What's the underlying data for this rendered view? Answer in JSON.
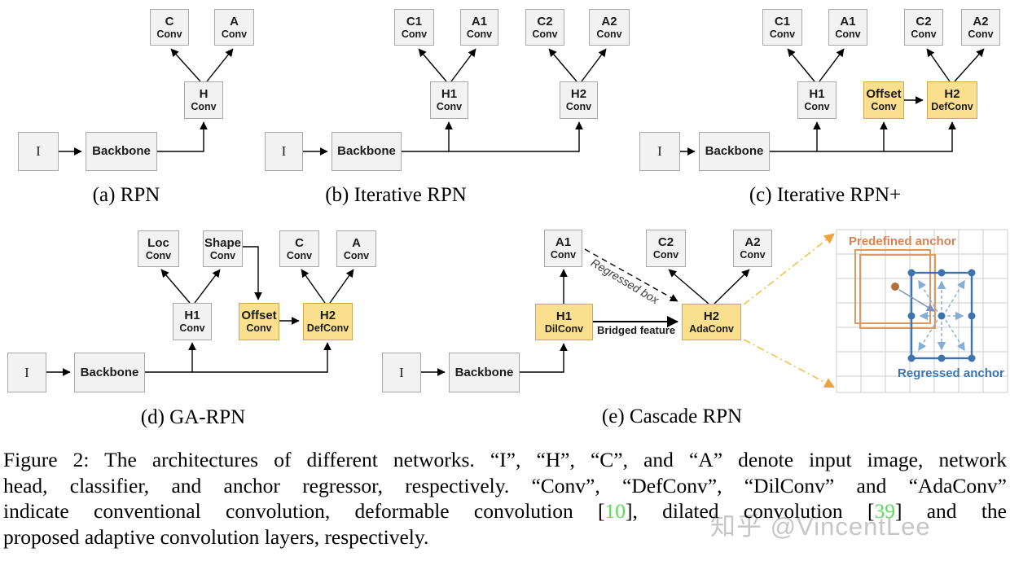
{
  "colors": {
    "box_gray_fill": "#f2f2f2",
    "box_gray_border": "#a9a9a9",
    "box_yellow_fill": "#fadf8e",
    "box_yellow_border": "#cfa952",
    "anchor_orange": "#d9824f",
    "anchor_blue": "#3d74ad",
    "citation_green": "#55dd55"
  },
  "panels": {
    "a": {
      "caption": "(a) RPN",
      "boxes": {
        "i": {
          "title": "I"
        },
        "backbone": {
          "title": "Backbone"
        },
        "h": {
          "title": "H",
          "sub": "Conv"
        },
        "c": {
          "title": "C",
          "sub": "Conv"
        },
        "a": {
          "title": "A",
          "sub": "Conv"
        }
      }
    },
    "b": {
      "caption": "(b) Iterative RPN",
      "boxes": {
        "i": {
          "title": "I"
        },
        "backbone": {
          "title": "Backbone"
        },
        "h1": {
          "title": "H1",
          "sub": "Conv"
        },
        "h2": {
          "title": "H2",
          "sub": "Conv"
        },
        "c1": {
          "title": "C1",
          "sub": "Conv"
        },
        "a1": {
          "title": "A1",
          "sub": "Conv"
        },
        "c2": {
          "title": "C2",
          "sub": "Conv"
        },
        "a2": {
          "title": "A2",
          "sub": "Conv"
        }
      }
    },
    "c": {
      "caption": "(c) Iterative RPN+",
      "boxes": {
        "i": {
          "title": "I"
        },
        "backbone": {
          "title": "Backbone"
        },
        "h1": {
          "title": "H1",
          "sub": "Conv"
        },
        "offset": {
          "title": "Offset",
          "sub": "Conv"
        },
        "h2": {
          "title": "H2",
          "sub": "DefConv"
        },
        "c1": {
          "title": "C1",
          "sub": "Conv"
        },
        "a1": {
          "title": "A1",
          "sub": "Conv"
        },
        "c2": {
          "title": "C2",
          "sub": "Conv"
        },
        "a2": {
          "title": "A2",
          "sub": "Conv"
        }
      }
    },
    "d": {
      "caption": "(d) GA-RPN",
      "boxes": {
        "i": {
          "title": "I"
        },
        "backbone": {
          "title": "Backbone"
        },
        "loc": {
          "title": "Loc",
          "sub": "Conv"
        },
        "shape": {
          "title": "Shape",
          "sub": "Conv"
        },
        "c": {
          "title": "C",
          "sub": "Conv"
        },
        "a": {
          "title": "A",
          "sub": "Conv"
        },
        "h1": {
          "title": "H1",
          "sub": "Conv"
        },
        "offset": {
          "title": "Offset",
          "sub": "Conv"
        },
        "h2": {
          "title": "H2",
          "sub": "DefConv"
        }
      }
    },
    "e": {
      "caption": "(e) Cascade RPN",
      "boxes": {
        "i": {
          "title": "I"
        },
        "backbone": {
          "title": "Backbone"
        },
        "a1": {
          "title": "A1",
          "sub": "Conv"
        },
        "c2": {
          "title": "C2",
          "sub": "Conv"
        },
        "a2": {
          "title": "A2",
          "sub": "Conv"
        },
        "h1": {
          "title": "H1",
          "sub": "DilConv"
        },
        "h2": {
          "title": "H2",
          "sub": "AdaConv"
        }
      },
      "labels": {
        "bridged": "Bridged feature",
        "regressed_box": "Regressed box"
      }
    }
  },
  "anchor_diagram": {
    "predefined_label": "Predefined anchor",
    "regressed_label": "Regressed anchor"
  },
  "caption": {
    "line1": "Figure 2: The architectures of different networks. “I”, “H”, “C”, and “A” denote input image, network",
    "line2": "head, classifier, and anchor regressor, respectively. “Conv”, “DefConv”, “DilConv” and “AdaConv”",
    "line3_seg1": "indicate conventional convolution, deformable convolution [",
    "line3_cite1": "10",
    "line3_seg2": "], dilated convolution [",
    "line3_cite2": "39",
    "line3_seg3": "] and the",
    "line4": "proposed adaptive convolution layers, respectively."
  },
  "watermark": "知乎 @VincentLee"
}
